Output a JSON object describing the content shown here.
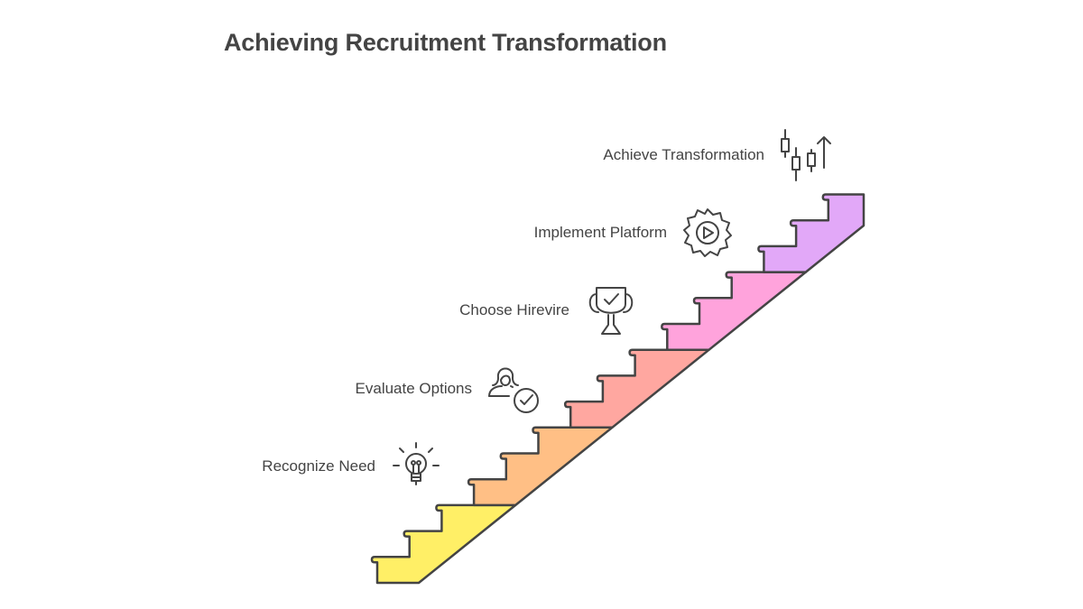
{
  "title": "Achieving Recruitment Transformation",
  "steps": [
    {
      "label": "Recognize Need",
      "icon": "lightbulb-icon",
      "color": "#FFEF66"
    },
    {
      "label": "Evaluate Options",
      "icon": "user-check-icon",
      "color": "#FFBF85"
    },
    {
      "label": "Choose Hirevire",
      "icon": "trophy-check-icon",
      "color": "#FFA7A0"
    },
    {
      "label": "Implement Platform",
      "icon": "gear-play-icon",
      "color": "#FFA3DC"
    },
    {
      "label": "Achieve Transformation",
      "icon": "candlestick-up-icon",
      "color": "#E2A8F8"
    }
  ],
  "stroke_color": "#444444"
}
